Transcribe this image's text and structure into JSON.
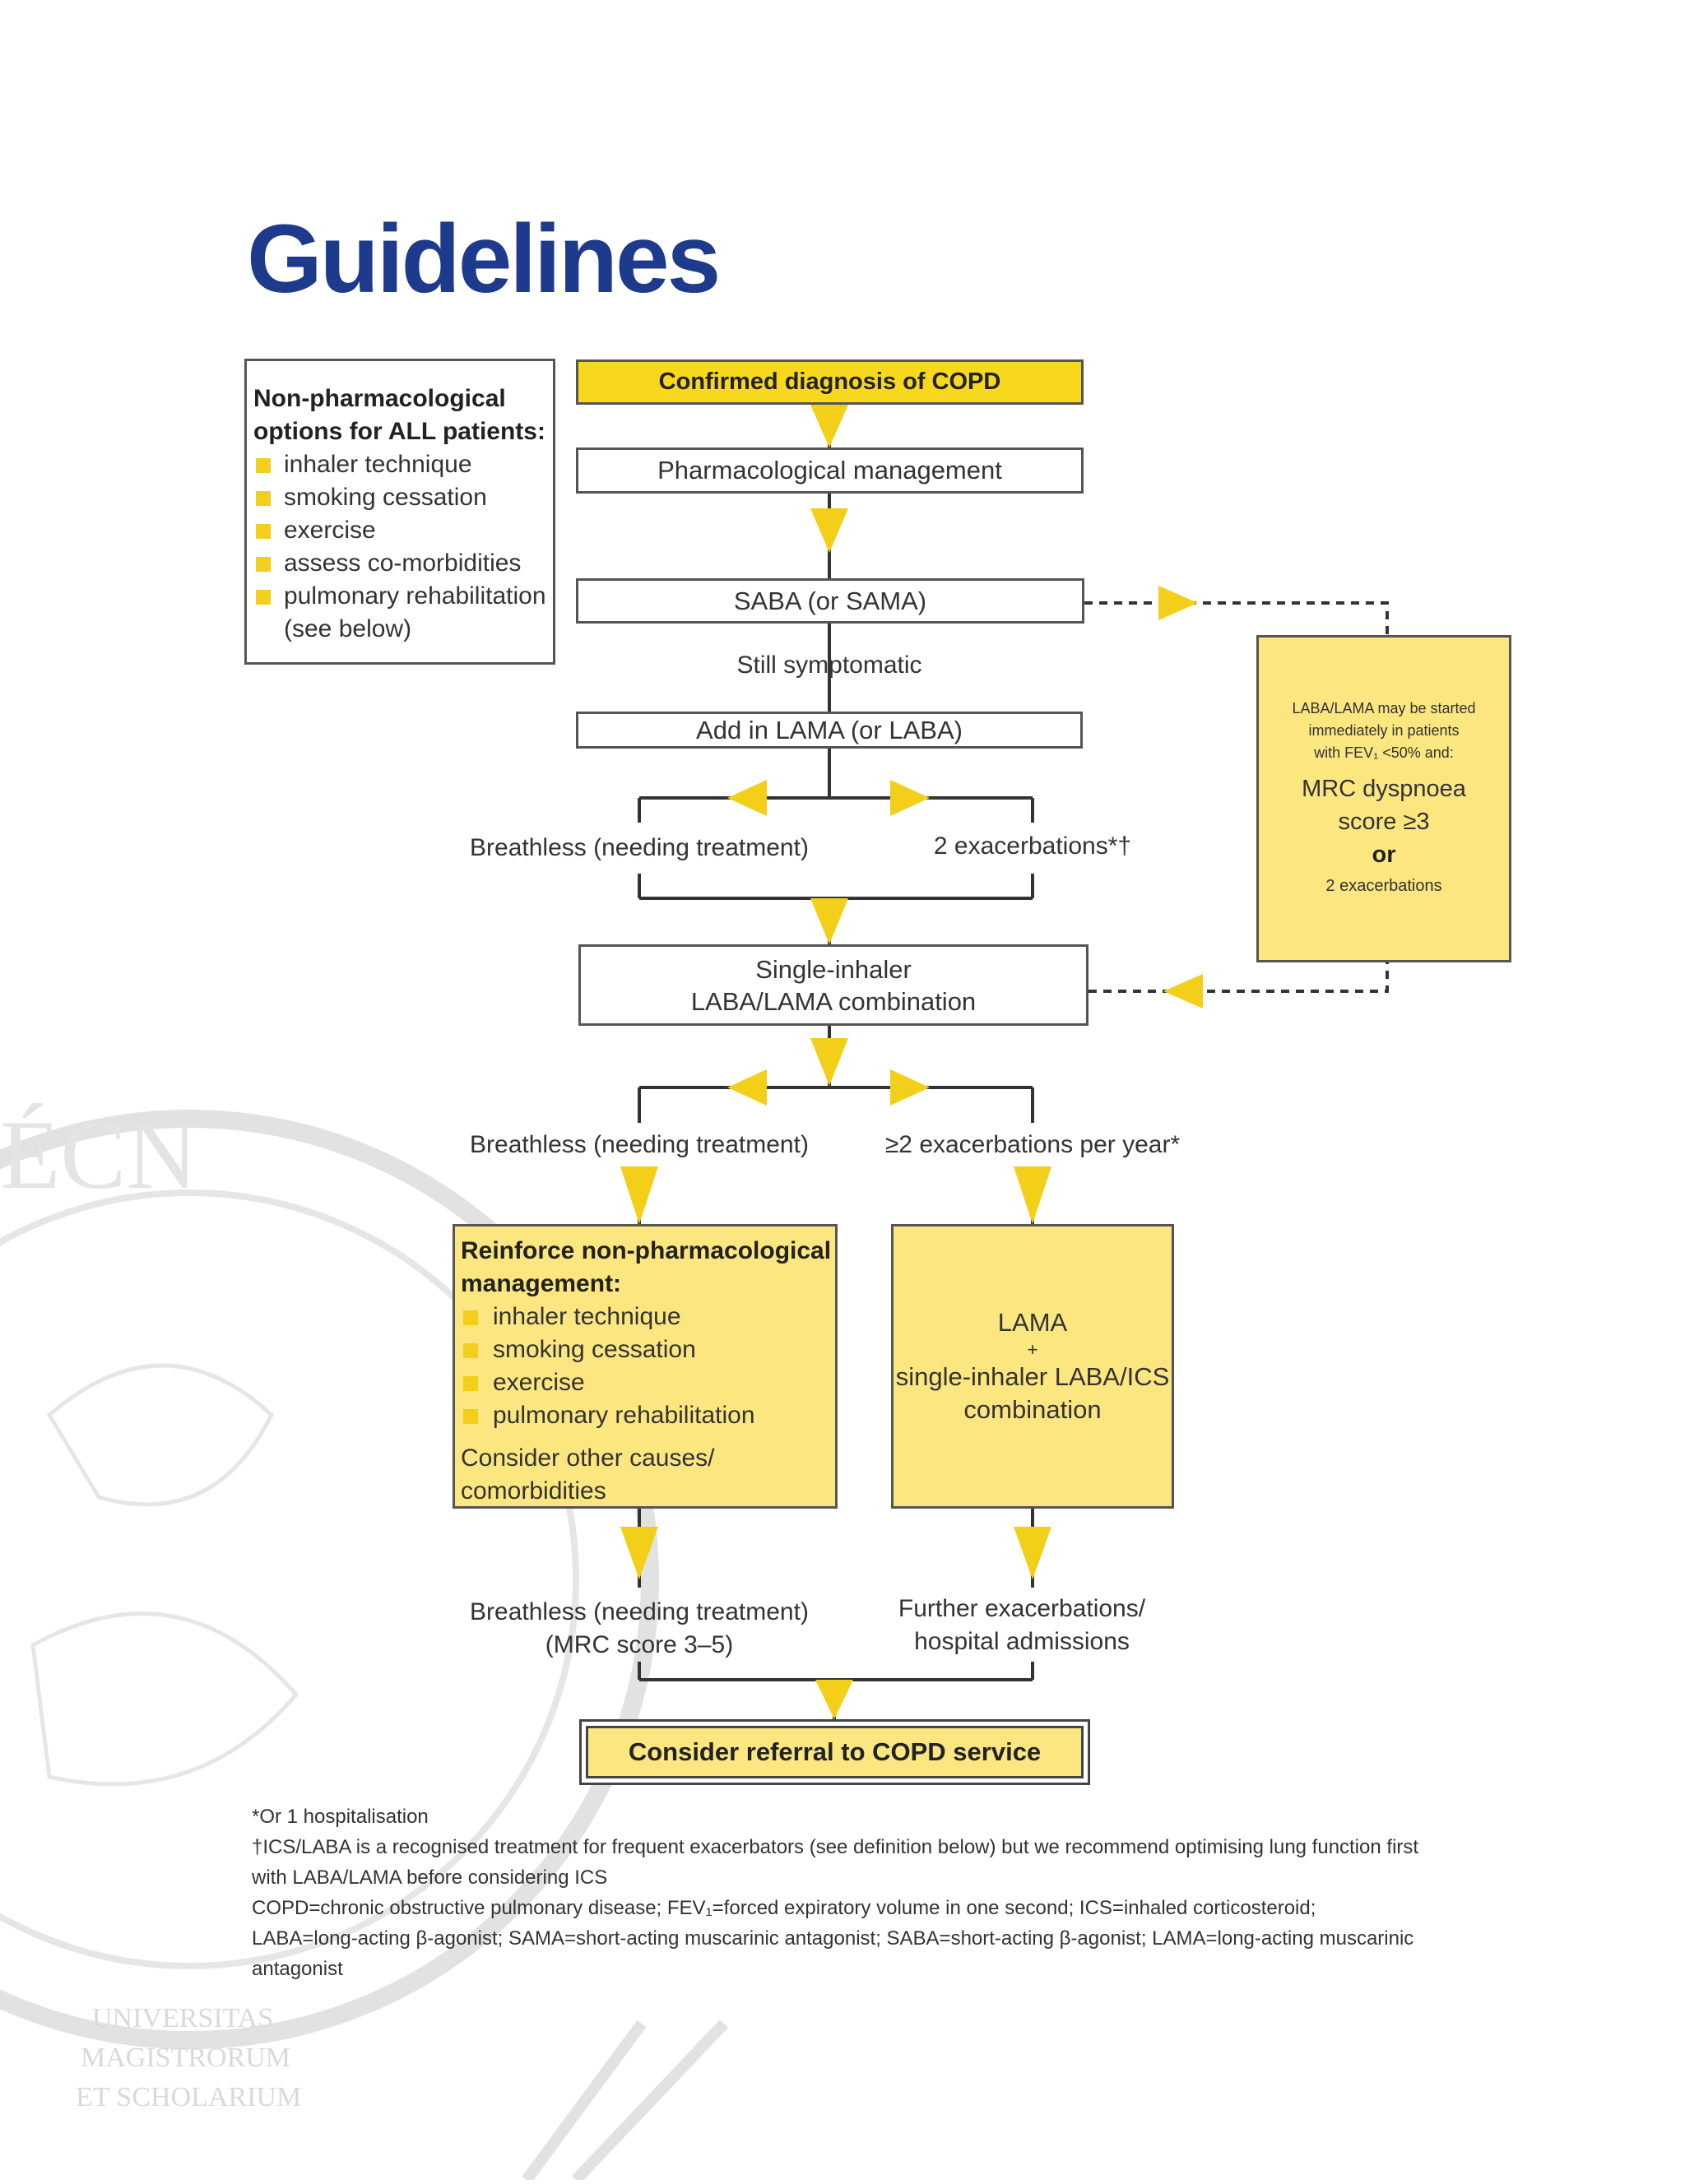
{
  "header": {
    "title": "Guidelines",
    "title_color": "#1e3a8c"
  },
  "colors": {
    "accent": "#f3cf1a",
    "box_fill": "#fbe680",
    "border": "#555555",
    "connector": "#333333"
  },
  "non_pharm": {
    "heading": "Non-pharmacological options for ALL patients:",
    "items": [
      "inhaler technique",
      "smoking cessation",
      "exercise",
      "assess co-morbidities",
      "pulmonary rehabilitation (see below)"
    ]
  },
  "flow": {
    "confirmed": "Confirmed diagnosis of COPD",
    "pharm": "Pharmacological management",
    "saba": "SABA (or SAMA)",
    "still": "Still symptomatic",
    "add_lama": "Add in LAMA (or LABA)",
    "breathless1": "Breathless (needing treatment)",
    "exac1": "2 exacerbations*†",
    "single_line1": "Single-inhaler",
    "single_line2": "LABA/LAMA combination",
    "breathless2": "Breathless (needing treatment)",
    "exac2": "≥2 exacerbations per year*",
    "breathless3_line1": "Breathless (needing treatment)",
    "breathless3_line2": "(MRC score 3–5)",
    "further_line1": "Further exacerbations/",
    "further_line2": "hospital admissions",
    "referral": "Consider referral to COPD service"
  },
  "side_note": {
    "small_line1": "LABA/LAMA may be started",
    "small_line2": "immediately in patients",
    "small_line3": "with FEV₁ <50% and:",
    "mrc_line1": "MRC dyspnoea",
    "mrc_line2": "score ≥3",
    "or": "or",
    "exac": "2 exacerbations"
  },
  "reinforce": {
    "heading": "Reinforce non-pharmacological management:",
    "items": [
      "inhaler technique",
      "smoking cessation",
      "exercise",
      "pulmonary rehabilitation"
    ],
    "consider": "Consider other causes/ comorbidities"
  },
  "lama_box": {
    "line1": "LAMA",
    "plus": "+",
    "line2": "single-inhaler LABA/ICS",
    "line3": "combination"
  },
  "footnotes": {
    "f1": "*Or 1 hospitalisation",
    "f2": "†ICS/LABA is a recognised treatment for frequent exacerbators (see definition below) but we recommend optimising lung function first with LABA/LAMA before considering ICS",
    "f3": "COPD=chronic obstructive pulmonary disease; FEV₁=forced expiratory volume in one second; ICS=inhaled corticosteroid; LABA=long-acting β-agonist; SAMA=short-acting muscarinic antagonist; SABA=short-acting β-agonist; LAMA=long-acting muscarinic antagonist"
  },
  "watermark": {
    "line1": "UNIVERSITAS",
    "line2": "MAGISTRORUM",
    "line3": "ET SCHOLARIUM",
    "arc_text": "ÉCN"
  }
}
